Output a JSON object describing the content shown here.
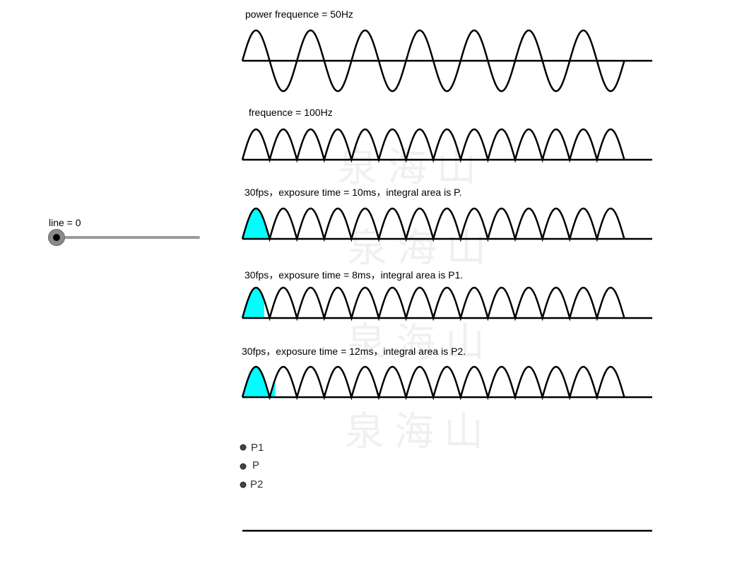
{
  "watermark": "泉海山",
  "slider": {
    "label": "line = 0",
    "value": 0
  },
  "panels": [
    {
      "label": "power frequence = 50Hz",
      "type": "sine",
      "humps": 14,
      "shaded_fraction": 0
    },
    {
      "label": "frequence = 100Hz",
      "type": "rectified",
      "humps": 14,
      "shaded_fraction": 0
    },
    {
      "label": "30fps，exposure time = 10ms，integral area is P.",
      "type": "rectified",
      "humps": 14,
      "shaded_fraction": 1.0
    },
    {
      "label": "30fps，exposure time = 8ms，integral area is P1.",
      "type": "rectified",
      "humps": 14,
      "shaded_fraction": 0.8
    },
    {
      "label": "30fps，exposure time = 12ms，integral area is P2.",
      "type": "rectified",
      "humps": 14,
      "shaded_fraction": 1.2
    }
  ],
  "points": [
    {
      "label": "P1"
    },
    {
      "label": "P"
    },
    {
      "label": "P2"
    }
  ],
  "colors": {
    "stroke": "#000000",
    "fill": "#00ffff",
    "point": "#444444"
  }
}
